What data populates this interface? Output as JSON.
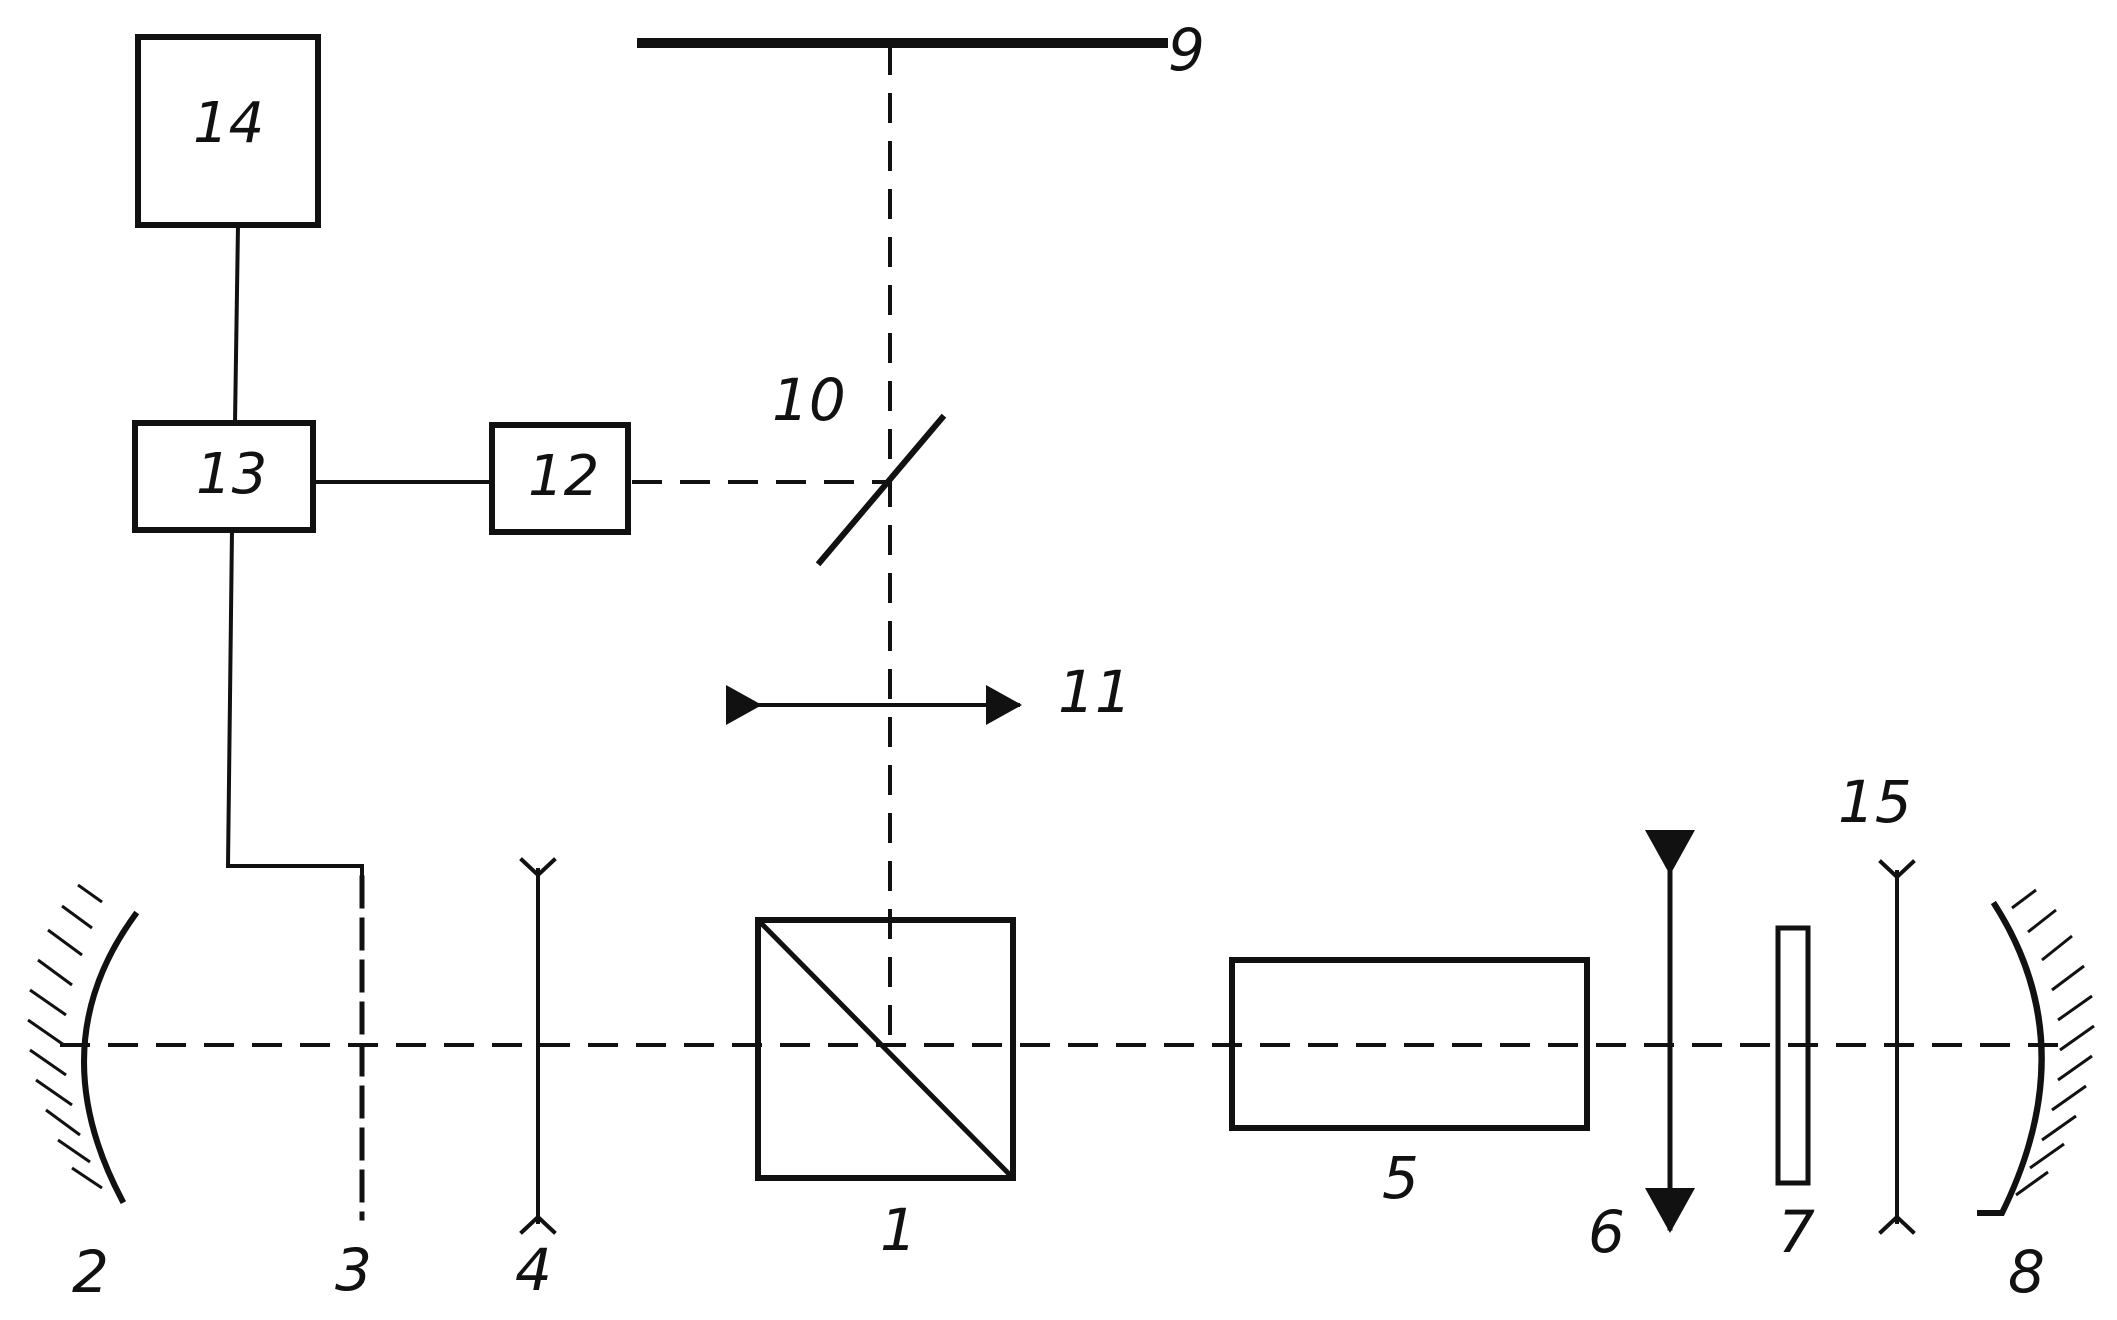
{
  "labels": {
    "beamsplitter_cube": "1",
    "mirror_left": "2",
    "element_3": "3",
    "lens_4": "4",
    "active_element": "5",
    "lens_6": "6",
    "plate_7": "7",
    "mirror_right": "8",
    "screen": "9",
    "beamsplitter_plate": "10",
    "lens_11": "11",
    "block_12": "12",
    "block_13": "13",
    "block_14": "14",
    "lens_15": "15"
  }
}
